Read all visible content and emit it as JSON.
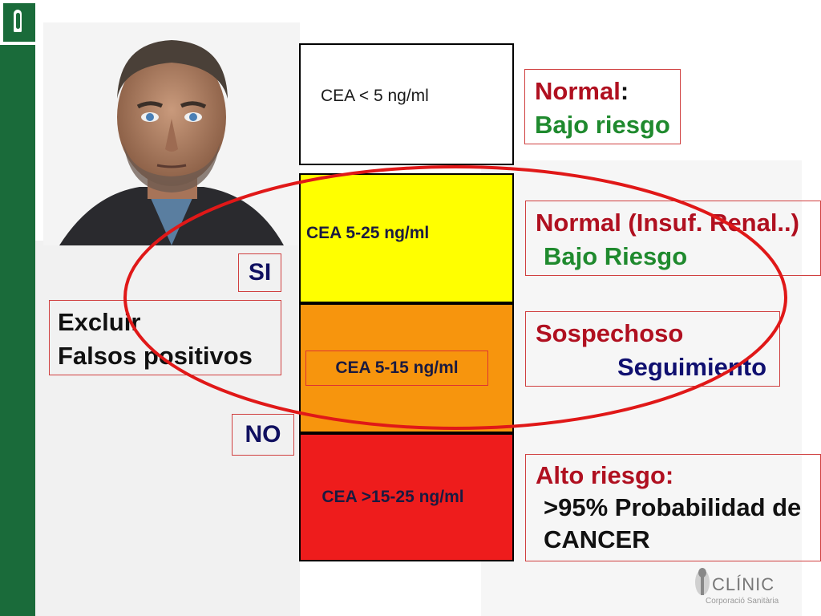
{
  "levels": {
    "l1": "CEA < 5 ng/ml",
    "l2": "CEA 5-25 ng/ml",
    "l3": "CEA 5-15 ng/ml",
    "l4": "CEA >15-25 ng/ml"
  },
  "outcomes": {
    "normal_a": "Normal",
    "normal_colon": ":",
    "normal_b": "Bajo riesgo",
    "insuf_a": "Normal (Insuf. Renal..)",
    "insuf_b": "Bajo Riesgo",
    "sosp_a": "Sospechoso",
    "sosp_b": "Seguimiento",
    "alto_a": "Alto riesgo:",
    "alto_b": ">95% Probabilidad de",
    "alto_c": "CANCER"
  },
  "decision": {
    "si": "SI",
    "no": "NO",
    "excluir_a": "Excluir",
    "excluir_b": "Falsos positivos"
  },
  "logo": {
    "name": "CLÍNIC",
    "sub": "Corporació Sanitària"
  },
  "colors": {
    "white_level": "#ffffff",
    "yellow_level": "#ffff00",
    "orange_level": "#f7950d",
    "red_level": "#ee1c1c",
    "accent_red": "#b01020",
    "green": "#1f8a2e",
    "navy": "#101070",
    "brand_green": "#1a6b3a"
  },
  "icons": {
    "top_logo": "hospital-figure-icon",
    "photo": "portrait-photo"
  }
}
